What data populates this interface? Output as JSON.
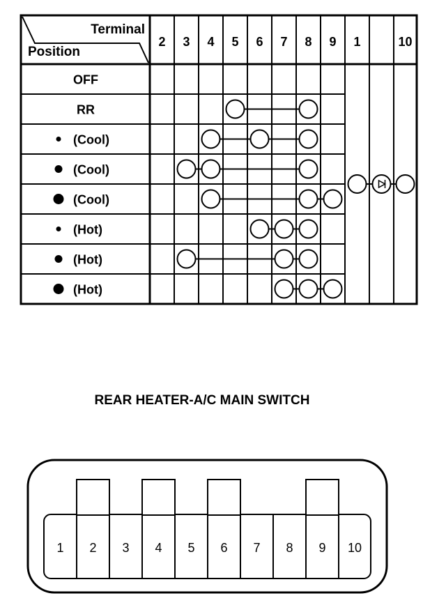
{
  "table": {
    "header_terminal": "Terminal",
    "header_position": "Position",
    "terminal_columns": [
      "2",
      "3",
      "4",
      "5",
      "6",
      "7",
      "8",
      "9",
      "1",
      "",
      "10"
    ],
    "rows": [
      {
        "label": "OFF",
        "dot": "",
        "connections": []
      },
      {
        "label": "RR",
        "dot": "",
        "connections": [
          "5",
          "8"
        ]
      },
      {
        "label": "(Cool)",
        "dot": "small",
        "connections": [
          "4",
          "6",
          "8"
        ]
      },
      {
        "label": "(Cool)",
        "dot": "medium",
        "connections": [
          "3",
          "4",
          "8"
        ]
      },
      {
        "label": "(Cool)",
        "dot": "large",
        "connections": [
          "4",
          "8",
          "9"
        ]
      },
      {
        "label": "(Hot)",
        "dot": "small",
        "connections": [
          "6",
          "7",
          "8"
        ]
      },
      {
        "label": "(Hot)",
        "dot": "medium",
        "connections": [
          "3",
          "7",
          "8"
        ]
      },
      {
        "label": "(Hot)",
        "dot": "large",
        "connections": [
          "7",
          "8",
          "9"
        ]
      }
    ],
    "common_connection": [
      "1",
      "10"
    ]
  },
  "title": "REAR HEATER-A/C MAIN SWITCH",
  "connector": {
    "pins": [
      "1",
      "2",
      "3",
      "4",
      "5",
      "6",
      "7",
      "8",
      "9",
      "10"
    ],
    "raised_pins": [
      "2",
      "4",
      "6",
      "9"
    ]
  }
}
